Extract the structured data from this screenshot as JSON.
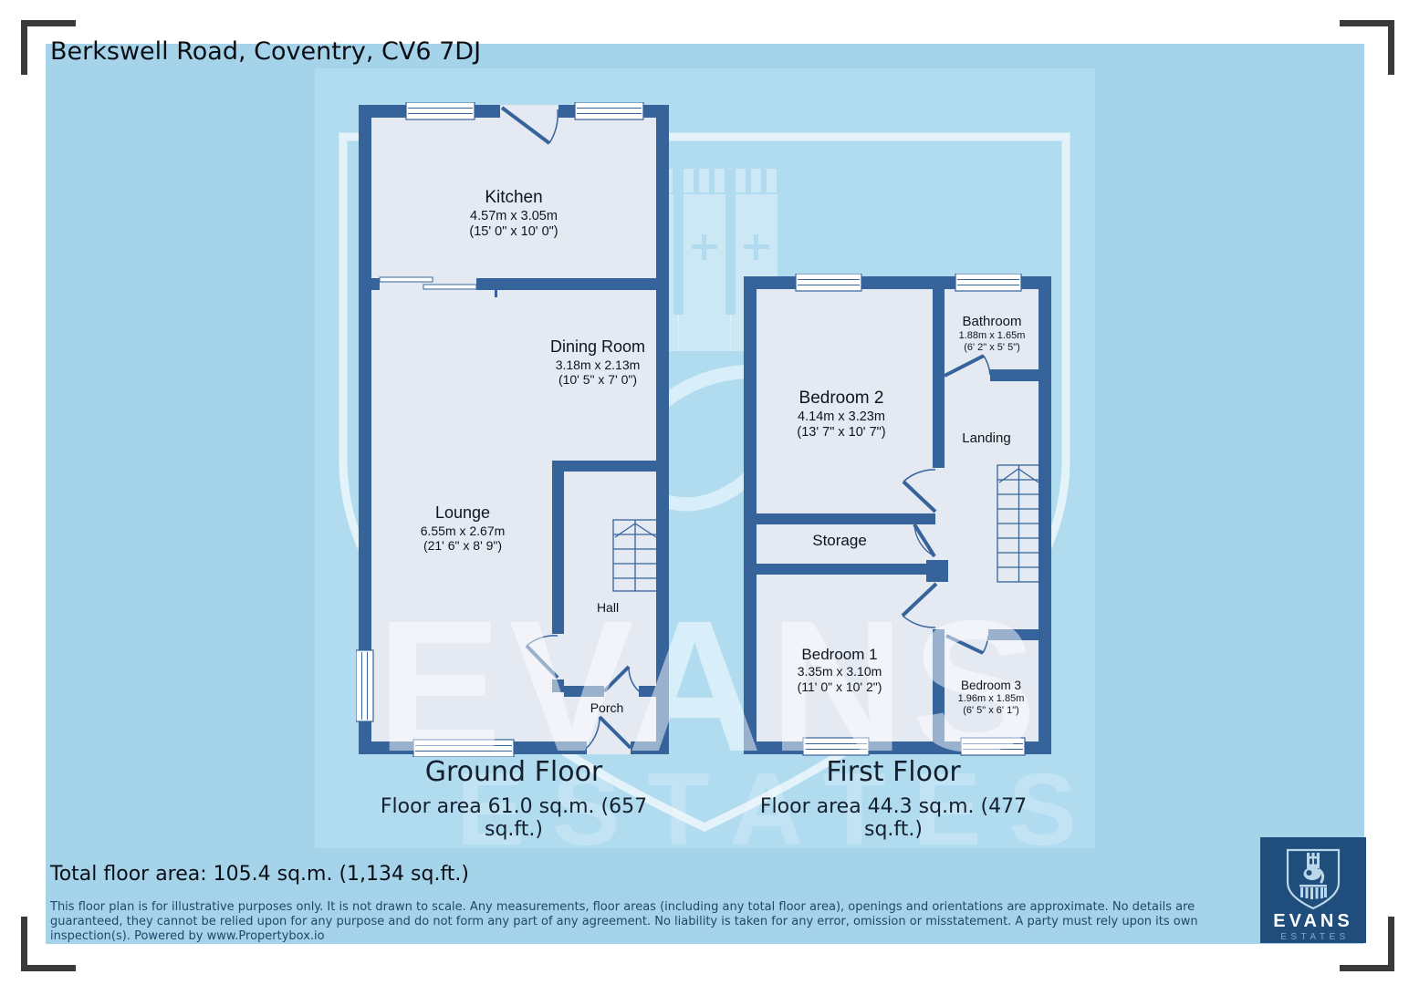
{
  "title": "Berkswell Road, Coventry, CV6 7DJ",
  "ground_floor": {
    "label": "Ground Floor",
    "area": "Floor area 61.0 sq.m. (657 sq.ft.)",
    "rooms": {
      "kitchen": {
        "name": "Kitchen",
        "dims_m": "4.57m x 3.05m",
        "dims_ft": "(15' 0\" x 10' 0\")"
      },
      "dining": {
        "name": "Dining Room",
        "dims_m": "3.18m x 2.13m",
        "dims_ft": "(10' 5\" x 7' 0\")"
      },
      "lounge": {
        "name": "Lounge",
        "dims_m": "6.55m x 2.67m",
        "dims_ft": "(21' 6\" x 8' 9\")"
      },
      "hall": {
        "name": "Hall"
      },
      "porch": {
        "name": "Porch"
      }
    }
  },
  "first_floor": {
    "label": "First Floor",
    "area": "Floor area 44.3 sq.m. (477 sq.ft.)",
    "rooms": {
      "bathroom": {
        "name": "Bathroom",
        "dims_m": "1.88m x 1.65m",
        "dims_ft": "(6' 2\" x 5' 5\")"
      },
      "bedroom2": {
        "name": "Bedroom 2",
        "dims_m": "4.14m x 3.23m",
        "dims_ft": "(13' 7\" x 10' 7\")"
      },
      "landing": {
        "name": "Landing"
      },
      "storage": {
        "name": "Storage"
      },
      "bedroom1": {
        "name": "Bedroom 1",
        "dims_m": "3.35m x 3.10m",
        "dims_ft": "(11' 0\" x 10' 2\")"
      },
      "bedroom3": {
        "name": "Bedroom 3",
        "dims_m": "1.96m x 1.85m",
        "dims_ft": "(6' 5\" x 6' 1\")"
      }
    }
  },
  "total_area": "Total floor area: 105.4 sq.m. (1,134 sq.ft.)",
  "disclaimer": "This floor plan is for illustrative purposes only. It is not drawn to scale. Any measurements, floor areas (including any total floor area), openings and orientations are approximate. No details are guaranteed, they cannot be relied upon for any purpose and do not form any part of any agreement. No liability is taken for any error, omission or misstatement. A party must rely upon its own inspection(s). Powered by www.Propertybox.io",
  "watermark": {
    "word": "EVANS",
    "sub_word": "ESTATES",
    "shield_icon": "evans-castle-shield"
  },
  "logo": {
    "name": "EVANS",
    "sub": "ESTATES",
    "shield_icon": "evans-castle-shield"
  },
  "colors": {
    "background_blue": "#a5d4ea",
    "panel_blue": "#b1dcf0",
    "wall_blue": "#35639a",
    "room_fill": "#e4e9f2",
    "logo_background": "#1f4e7c",
    "bracket_gray": "#3a3a3c"
  }
}
